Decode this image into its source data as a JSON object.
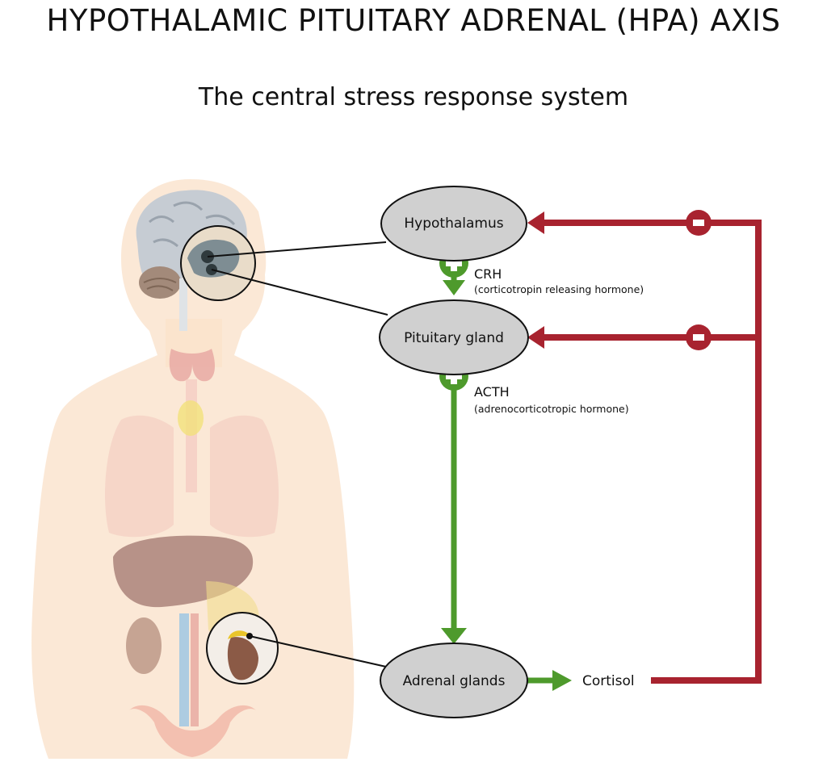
{
  "header": {
    "title": "HYPOTHALAMIC PITUITARY ADRENAL (HPA) AXIS",
    "subtitle": "The central stress response system"
  },
  "nodes": {
    "hypothalamus": "Hypothalamus",
    "pituitary": "Pituitary gland",
    "adrenal": "Adrenal glands",
    "cortisol": "Cortisol"
  },
  "hormones": {
    "crh": {
      "name": "CRH",
      "full": "(corticotropin releasing hormone)"
    },
    "acth": {
      "name": "ACTH",
      "full": "(adrenocorticotropic hormone)"
    }
  },
  "colors": {
    "stimulation": "#4e9a2c",
    "inhibition": "#a8232f",
    "node_fill": "#d0d0d0",
    "skin": "#fbe6d2"
  }
}
